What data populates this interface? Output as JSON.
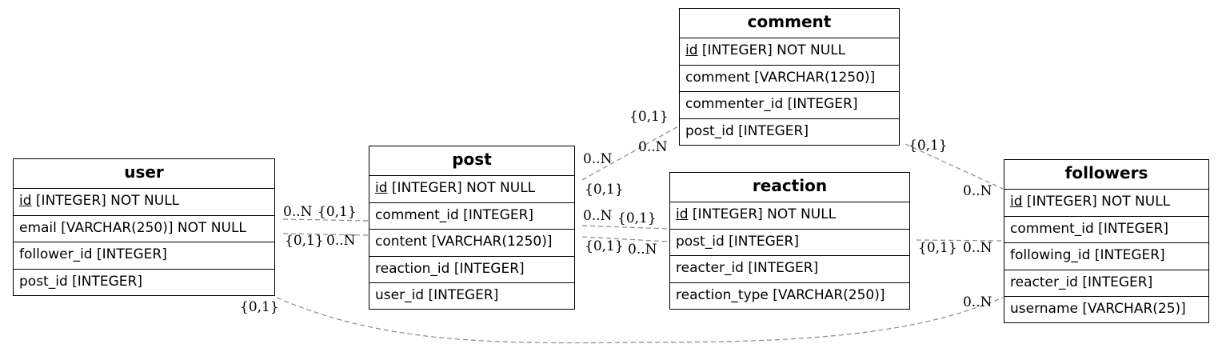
{
  "entities": {
    "user": {
      "name": "user",
      "rows": [
        {
          "pk": "id",
          "rest": " [INTEGER] NOT NULL"
        },
        {
          "text": "email [VARCHAR(250)] NOT NULL"
        },
        {
          "text": "follower_id [INTEGER]"
        },
        {
          "text": "post_id [INTEGER]"
        }
      ]
    },
    "post": {
      "name": "post",
      "rows": [
        {
          "pk": "id",
          "rest": " [INTEGER] NOT NULL"
        },
        {
          "text": "comment_id [INTEGER]"
        },
        {
          "text": "content [VARCHAR(1250)]"
        },
        {
          "text": "reaction_id [INTEGER]"
        },
        {
          "text": "user_id [INTEGER]"
        }
      ]
    },
    "comment": {
      "name": "comment",
      "rows": [
        {
          "pk": "id",
          "rest": " [INTEGER] NOT NULL"
        },
        {
          "text": "comment [VARCHAR(1250)]"
        },
        {
          "text": "commenter_id [INTEGER]"
        },
        {
          "text": "post_id [INTEGER]"
        }
      ]
    },
    "reaction": {
      "name": "reaction",
      "rows": [
        {
          "pk": "id",
          "rest": " [INTEGER] NOT NULL"
        },
        {
          "text": "post_id [INTEGER]"
        },
        {
          "text": "reacter_id [INTEGER]"
        },
        {
          "text": "reaction_type [VARCHAR(250)]"
        }
      ]
    },
    "followers": {
      "name": "followers",
      "rows": [
        {
          "pk": "id",
          "rest": " [INTEGER] NOT NULL"
        },
        {
          "text": "comment_id [INTEGER]"
        },
        {
          "text": "following_id [INTEGER]"
        },
        {
          "text": "reacter_id [INTEGER]"
        },
        {
          "text": "username [VARCHAR(25)]"
        }
      ]
    }
  },
  "cardinalities": {
    "user_post_a_1": "0..N",
    "user_post_a_2": "{0,1}",
    "user_post_b_1": "{0,1}",
    "user_post_b_2": "0..N",
    "post_comment_post": "0..N",
    "post_comment_comment_a": "{0,1}",
    "post_comment_comment_b": "0..N",
    "post_comment_post_b": "{0,1}",
    "post_reaction_a_1": "0..N",
    "post_reaction_a_2": "{0,1}",
    "post_reaction_b_1": "{0,1}",
    "post_reaction_b_2": "0..N",
    "comment_followers_comment": "{0,1}",
    "comment_followers_followers": "0..N",
    "reaction_followers_1": "{0,1}",
    "reaction_followers_2": "0..N",
    "user_followers_user": "{0,1}",
    "user_followers_followers": "0..N"
  },
  "colors": {
    "edge": "#8a8a8a",
    "border": "#000000"
  }
}
